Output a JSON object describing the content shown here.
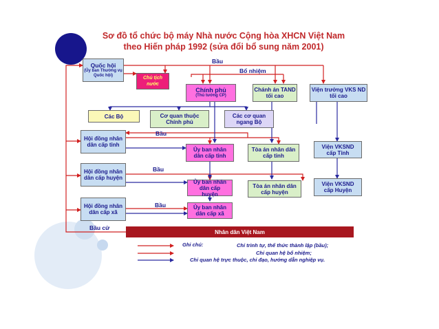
{
  "title": {
    "line1": "Sơ đồ tổ chức bộ máy Nhà nước Cộng hòa XHCN Việt Nam",
    "line2": "theo Hiến pháp 1992 (sửa đổi bổ sung năm 2001)"
  },
  "nodes": {
    "quoc_hoi": {
      "label": "Quốc hội",
      "sub": "(Ủy ban Thường vụ Quốc hội)"
    },
    "chu_tich_nuoc": {
      "label": "Chủ tịch nước"
    },
    "chinh_phu": {
      "label": "Chính phủ",
      "sub": "(Thủ tướng CP)"
    },
    "chanh_an": {
      "label": "Chánh án TAND tối cao"
    },
    "vien_truong": {
      "label": "Viện trưởng VKS ND tối cao"
    },
    "cac_bo": {
      "label": "Các Bộ"
    },
    "co_quan_thuoc_cp": {
      "label": "Cơ quan thuộc Chính phủ"
    },
    "co_quan_ngang_bo": {
      "label": "Các cơ quan ngang Bộ"
    },
    "hdnd_tinh": {
      "label": "Hội đồng nhân dân cấp tỉnh"
    },
    "ubnd_tinh": {
      "label": "Ủy ban nhân dân cấp tỉnh"
    },
    "toa_an_tinh": {
      "label": "Tòa án nhân dân cấp tỉnh"
    },
    "vks_tinh": {
      "label": "Viện VKSND cấp Tỉnh"
    },
    "hdnd_huyen": {
      "label": "Hội đồng nhân dân cấp huyện"
    },
    "ubnd_huyen": {
      "label": "Ủy ban nhân dân cấp huyện"
    },
    "toa_an_huyen": {
      "label": "Tòa án nhân dân cấp huyện"
    },
    "vks_huyen": {
      "label": "Viện VKSND cấp Huyện"
    },
    "hdnd_xa": {
      "label": "Hội đồng nhân dân cấp xã"
    },
    "ubnd_xa": {
      "label": "Ủy ban nhân dân cấp xã"
    },
    "nhan_dan": {
      "label": "Nhân dân Việt Nam"
    }
  },
  "edge_labels": {
    "bau_top": "Bầu",
    "bo_nhiem": "Bổ nhiệm",
    "bau_tinh": "Bầu",
    "bau_huyen": "Bầu",
    "bau_xa": "Bầu",
    "bau_cu": "Bầu cử"
  },
  "legend": {
    "title": "Ghi chú:",
    "items": [
      {
        "text": "Chỉ trình tự, thể thức thành lập (bầu);",
        "color": "#d12020"
      },
      {
        "text": "Chỉ quan hệ bổ nhiệm;",
        "color": "#d12020"
      },
      {
        "text": "Chỉ quan hệ trực thuộc, chỉ đạo, hướng dẫn nghiệp vụ.",
        "color": "#2a2aa0"
      }
    ]
  },
  "colors": {
    "red_line": "#d12020",
    "blue_line": "#2a2aa0",
    "title": "#c0282a",
    "deco_blue": "#17168c"
  }
}
